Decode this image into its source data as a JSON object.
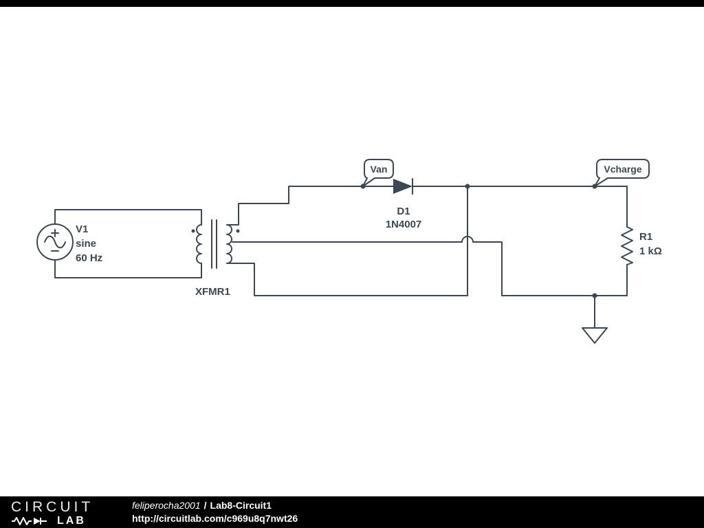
{
  "schematic": {
    "source_v1": {
      "ref": "V1",
      "waveform": "sine",
      "frequency": "60 Hz"
    },
    "transformer": {
      "ref": "XFMR1"
    },
    "diode_d1": {
      "ref": "D1",
      "model": "1N4007"
    },
    "resistor_r1": {
      "ref": "R1",
      "value": "1 kΩ"
    },
    "flag_van": {
      "label": "Van"
    },
    "flag_vcharge": {
      "label": "Vcharge"
    }
  },
  "footer": {
    "logo_word_top": "CIRCUIT",
    "logo_word_bottom": "LAB",
    "author": "feliperocha2001",
    "separator": "/",
    "circuit_title": "Lab8-Circuit1",
    "url": "http://circuitlab.com/c969u8q7nwt26"
  },
  "colors": {
    "ink": "#3b4752",
    "canvas": "#ffffff",
    "bar": "#000000",
    "footer_text": "#ffffff"
  }
}
